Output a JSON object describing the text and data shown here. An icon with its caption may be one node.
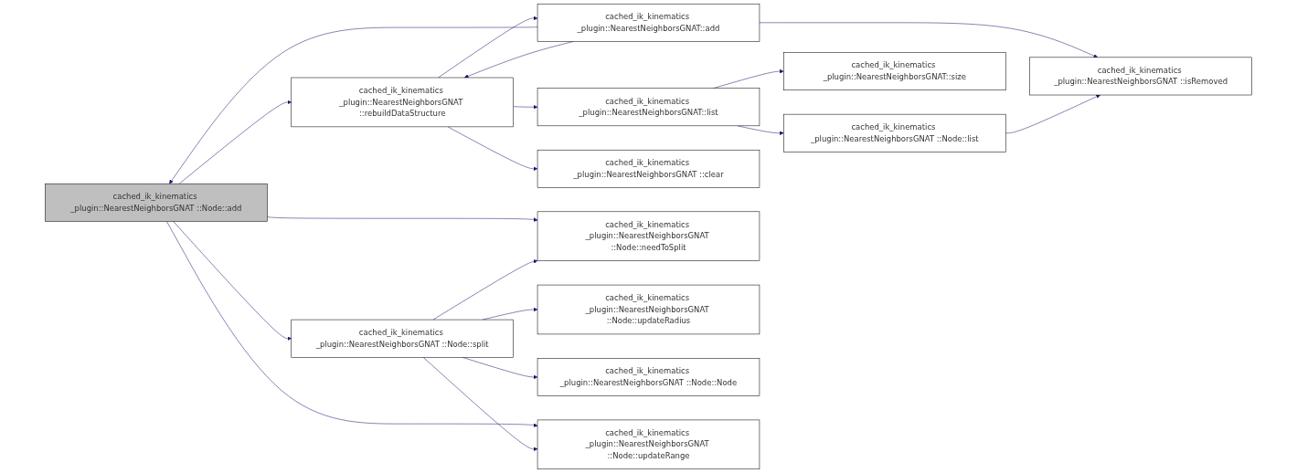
{
  "diagram": {
    "nodes": [
      {
        "text": [
          "cached_ik_kinematics _plugin::NearestNeighborsGNAT ::Node::add"
        ]
      },
      {
        "text": [
          "cached_ik_kinematics _plugin::NearestNeighborsGNAT ::rebuildDataStructure"
        ]
      },
      {
        "text": [
          "cached_ik_kinematics _plugin::NearestNeighborsGNAT::add"
        ]
      },
      {
        "text": [
          "cached_ik_kinematics _plugin::NearestNeighborsGNAT ::isRemoved"
        ]
      },
      {
        "text": [
          "cached_ik_kinematics _plugin::NearestNeighborsGNAT::list"
        ]
      },
      {
        "text": [
          "cached_ik_kinematics _plugin::NearestNeighborsGNAT ::Node::list"
        ]
      },
      {
        "text": [
          "cached_ik_kinematics _plugin::NearestNeighborsGNAT::size"
        ]
      },
      {
        "text": [
          "cached_ik_kinematics _plugin::NearestNeighborsGNAT ::clear"
        ]
      },
      {
        "text": [
          "cached_ik_kinematics _plugin::NearestNeighborsGNAT ::Node::needToSplit"
        ]
      },
      {
        "text": [
          "cached_ik_kinematics _plugin::NearestNeighborsGNAT ::Node::split"
        ]
      },
      {
        "text": [
          "cached_ik_kinematics _plugin::NearestNeighborsGNAT ::Node::updateRadius"
        ]
      },
      {
        "text": [
          "cached_ik_kinematics _plugin::NearestNeighborsGNAT ::Node::Node"
        ]
      },
      {
        "text": [
          "cached_ik_kinematics _plugin::NearestNeighborsGNAT ::Node::updateRange"
        ]
      }
    ],
    "edges": [
      {
        "from": 0,
        "to": 1,
        "arrow": "to"
      },
      {
        "from": 2,
        "to": 0,
        "arrow": "to"
      },
      {
        "from": 1,
        "to": 2,
        "arrow": "to"
      },
      {
        "from": 2,
        "to": 1,
        "arrow": "to"
      },
      {
        "from": 2,
        "to": 3,
        "arrow": "to"
      },
      {
        "from": 1,
        "to": 4,
        "arrow": "to"
      },
      {
        "from": 1,
        "to": 7,
        "arrow": "to"
      },
      {
        "from": 4,
        "to": 5,
        "arrow": "to"
      },
      {
        "from": 4,
        "to": 6,
        "arrow": "to"
      },
      {
        "from": 5,
        "to": 3,
        "arrow": "to"
      },
      {
        "from": 0,
        "to": 8,
        "arrow": "to"
      },
      {
        "from": 0,
        "to": 9,
        "arrow": "to"
      },
      {
        "from": 0,
        "to": 12,
        "arrow": "to"
      },
      {
        "from": 9,
        "to": 8,
        "arrow": "to"
      },
      {
        "from": 9,
        "to": 10,
        "arrow": "to"
      },
      {
        "from": 9,
        "to": 11,
        "arrow": "to"
      },
      {
        "from": 9,
        "to": 12,
        "arrow": "to"
      }
    ]
  }
}
